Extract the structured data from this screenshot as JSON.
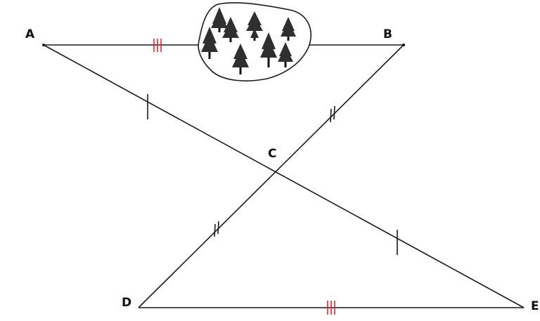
{
  "points": {
    "A": "A",
    "B": "B",
    "C": "C",
    "D": "D",
    "E": "E"
  },
  "colors": {
    "line": "#1a1a1a",
    "triple_tick": "#e0242b",
    "trees": "#2f2f2f"
  },
  "obstacle": {
    "icon": "forest-icon",
    "tree_count": 9
  }
}
